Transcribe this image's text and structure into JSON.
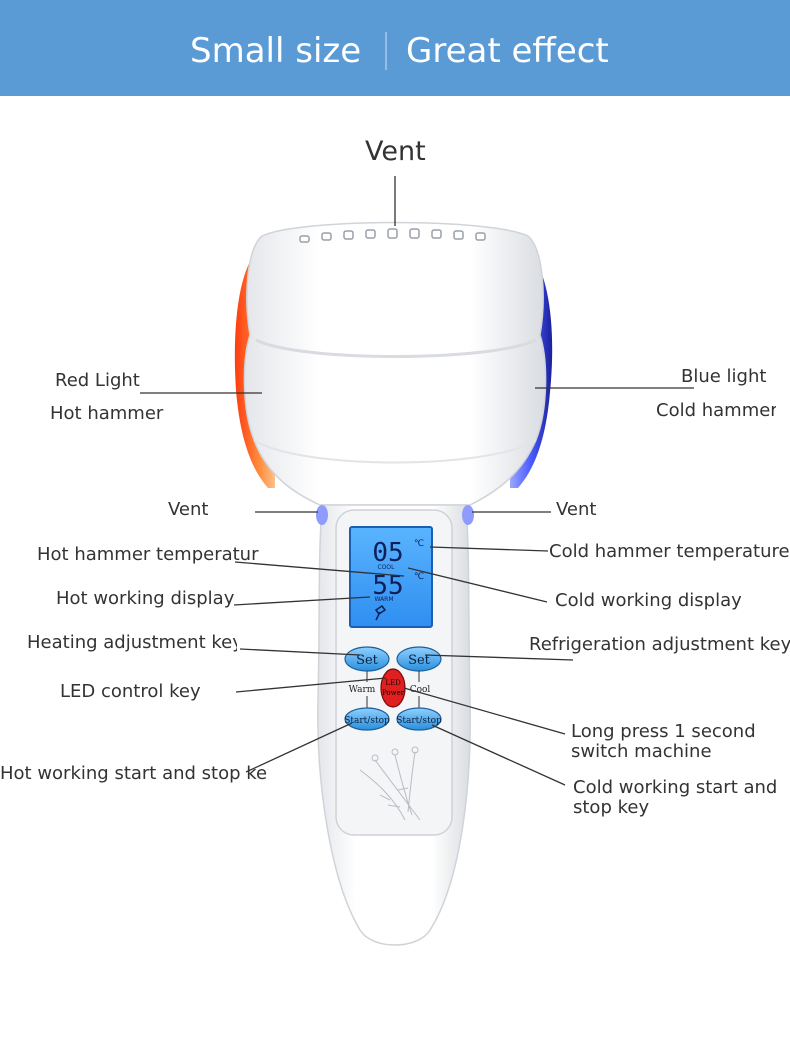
{
  "banner": {
    "left_text": "Small size",
    "right_text": "Great effect",
    "color": "#5b9bd5"
  },
  "labels": {
    "vent_top": "Vent",
    "red_light": "Red Light",
    "hot_hammer": "Hot hammer",
    "blue_light": "Blue light",
    "cold_hammer": "Cold hammer",
    "vent_left": "Vent",
    "vent_right": "Vent",
    "hot_hammer_temp": "Hot hammer temperatur",
    "cold_hammer_temp": "Cold hammer temperature",
    "hot_working_display": "Hot working display",
    "cold_working_display": "Cold working display",
    "heating_key": "Heating adjustment key",
    "refrigeration_key": "Refrigeration adjustment key",
    "led_control_key": "LED control key",
    "long_press_line1": "Long press 1 second",
    "long_press_line2": "switch machine",
    "hot_start_stop": "Hot working start and stop key",
    "cold_start_line1": "Cold working start and",
    "cold_start_line2": "stop key"
  },
  "device": {
    "lcd_cool_value": "05",
    "lcd_warm_value": "55",
    "lcd_unit": "℃",
    "lcd_cool_label": "COOL",
    "lcd_warm_label": "WARM",
    "btn_set_left": "Set",
    "btn_set_right": "Set",
    "label_warm": "Warm",
    "label_cool": "Cool",
    "led_line1": "LED",
    "led_line2": "Power",
    "btn_start_left": "Start/stop",
    "btn_start_right": "Start/stop",
    "colors": {
      "red_light": "#ff5a1f",
      "blue_light": "#3a4bff",
      "lcd": "#3fa0ff",
      "button": "#3aa0e8",
      "power_button": "#e02020"
    }
  }
}
